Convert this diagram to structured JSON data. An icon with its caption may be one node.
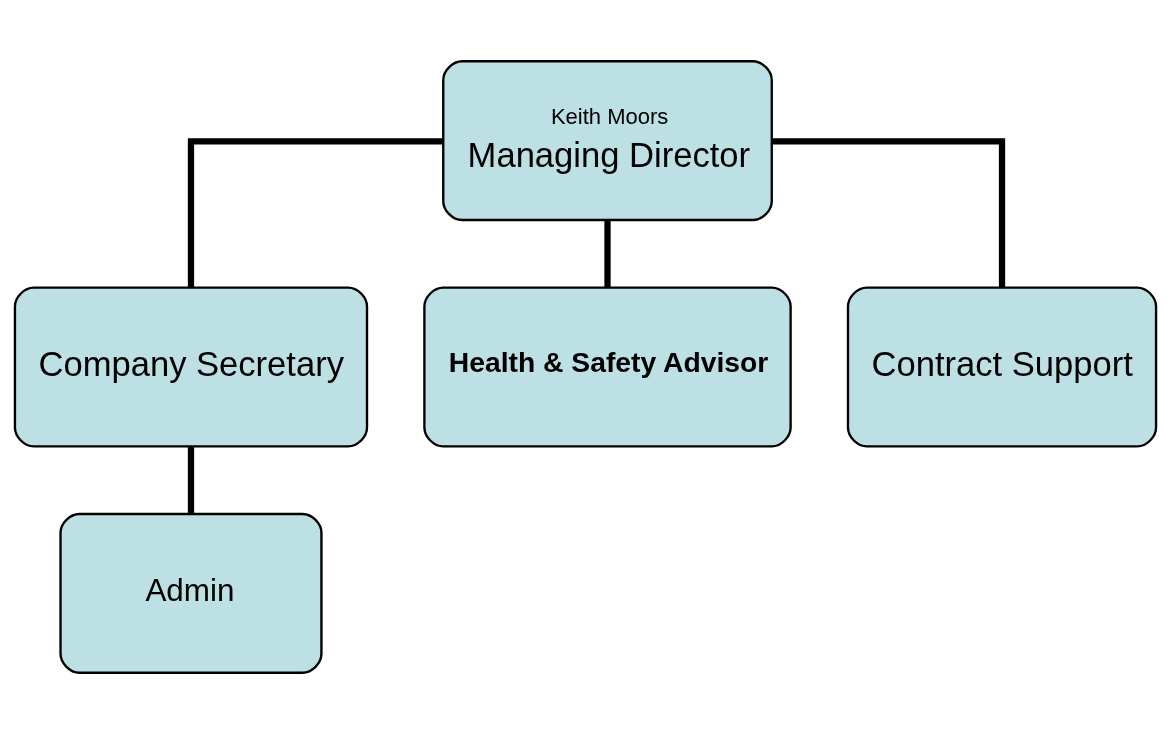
{
  "diagram": {
    "nodes": [
      {
        "text": [
          "Keith Moors",
          "Managing Director"
        ]
      },
      {
        "text": [
          "Company Secretary"
        ]
      },
      {
        "text": [
          "Health & Safety Advisor"
        ]
      },
      {
        "text": [
          "Contract Support"
        ]
      },
      {
        "text": [
          "Admin"
        ]
      }
    ],
    "edges": [
      {
        "from": 0,
        "to": 1,
        "arrow": "none"
      },
      {
        "from": 0,
        "to": 2,
        "arrow": "none"
      },
      {
        "from": 0,
        "to": 3,
        "arrow": "none"
      },
      {
        "from": 1,
        "to": 4,
        "arrow": "none"
      }
    ]
  }
}
